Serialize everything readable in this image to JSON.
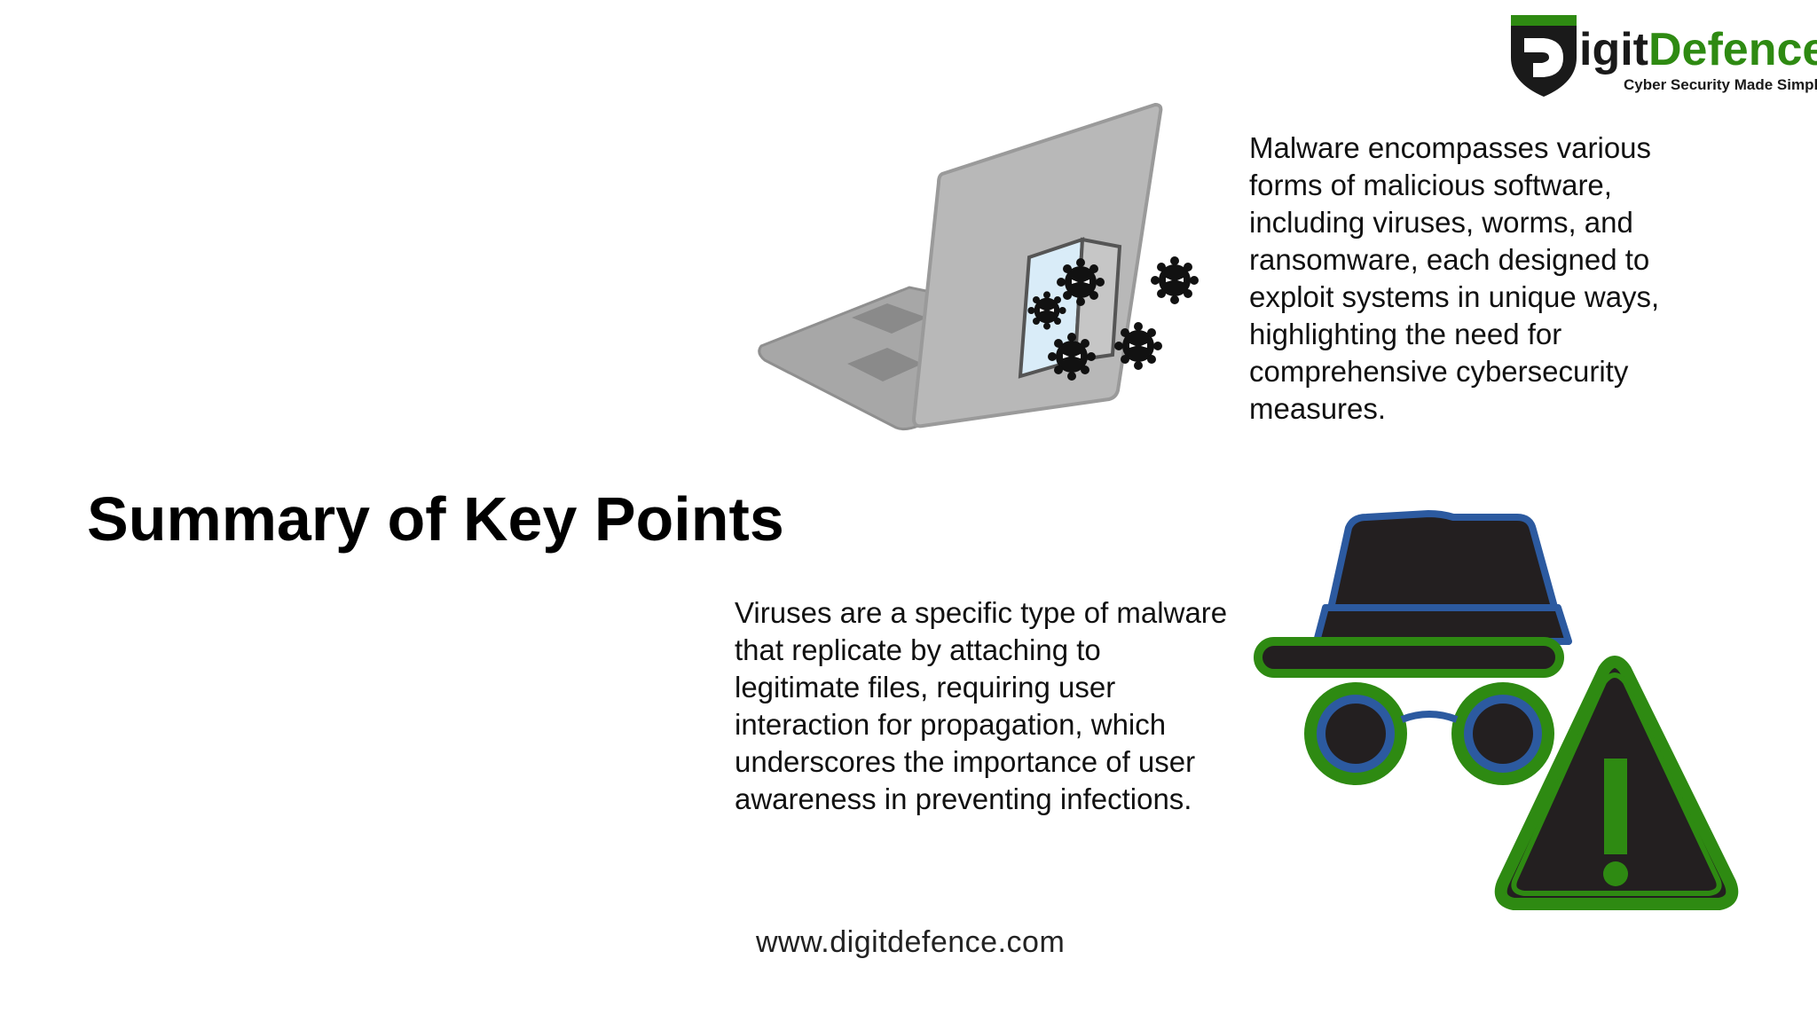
{
  "brand": {
    "name_part1": "igit",
    "name_part2": "Defence",
    "tagline": "Cyber Security Made Simple.",
    "colors": {
      "green": "#2e8a12",
      "dark": "#1a1a1a"
    }
  },
  "slide": {
    "title": "Summary of Key Points",
    "points": [
      {
        "text": "Malware encompasses various forms of malicious software, including viruses, worms, and ransomware, each designed to exploit systems in unique ways, highlighting the need for comprehensive cybersecurity measures.",
        "icon": "laptop-malware-illustration"
      },
      {
        "text": "Viruses are a specific type of malware that replicate by attaching to legitimate files, requiring user interaction for propagation, which underscores the importance of user awareness in preventing infections.",
        "icon": "spy-warning-illustration"
      }
    ]
  },
  "footer": {
    "url": "www.digitdefence.com"
  },
  "colors": {
    "accent_green": "#2e8a12",
    "accent_blue": "#2c5aa0",
    "icon_dark": "#231f20",
    "laptop_gray": "#b3b3b3"
  }
}
